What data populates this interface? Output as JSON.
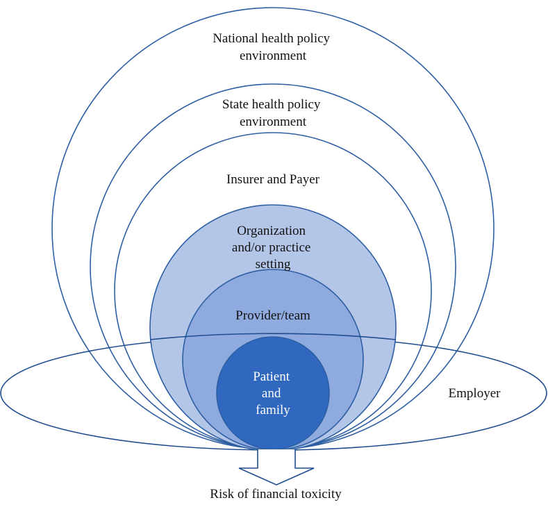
{
  "diagram": {
    "levels": [
      {
        "id": "national",
        "label_lines": [
          "National health policy",
          "environment"
        ]
      },
      {
        "id": "state",
        "label_lines": [
          "State health policy",
          "environment"
        ]
      },
      {
        "id": "insurer",
        "label_lines": [
          "Insurer and Payer"
        ]
      },
      {
        "id": "organization",
        "label_lines": [
          "Organization",
          "and/or practice",
          "setting"
        ]
      },
      {
        "id": "provider",
        "label_lines": [
          "Provider/team"
        ]
      },
      {
        "id": "patient",
        "label_lines": [
          "Patient",
          "and",
          "family"
        ]
      }
    ],
    "employer_label": "Employer",
    "outcome_label": "Risk of financial toxicity"
  },
  "colors": {
    "stroke": "#2e5fa3",
    "organization_fill": "#b4c6e8",
    "provider_fill": "#8eaadf",
    "patient_fill": "#2f68be",
    "patient_text": "#ffffff",
    "text": "#111111"
  }
}
